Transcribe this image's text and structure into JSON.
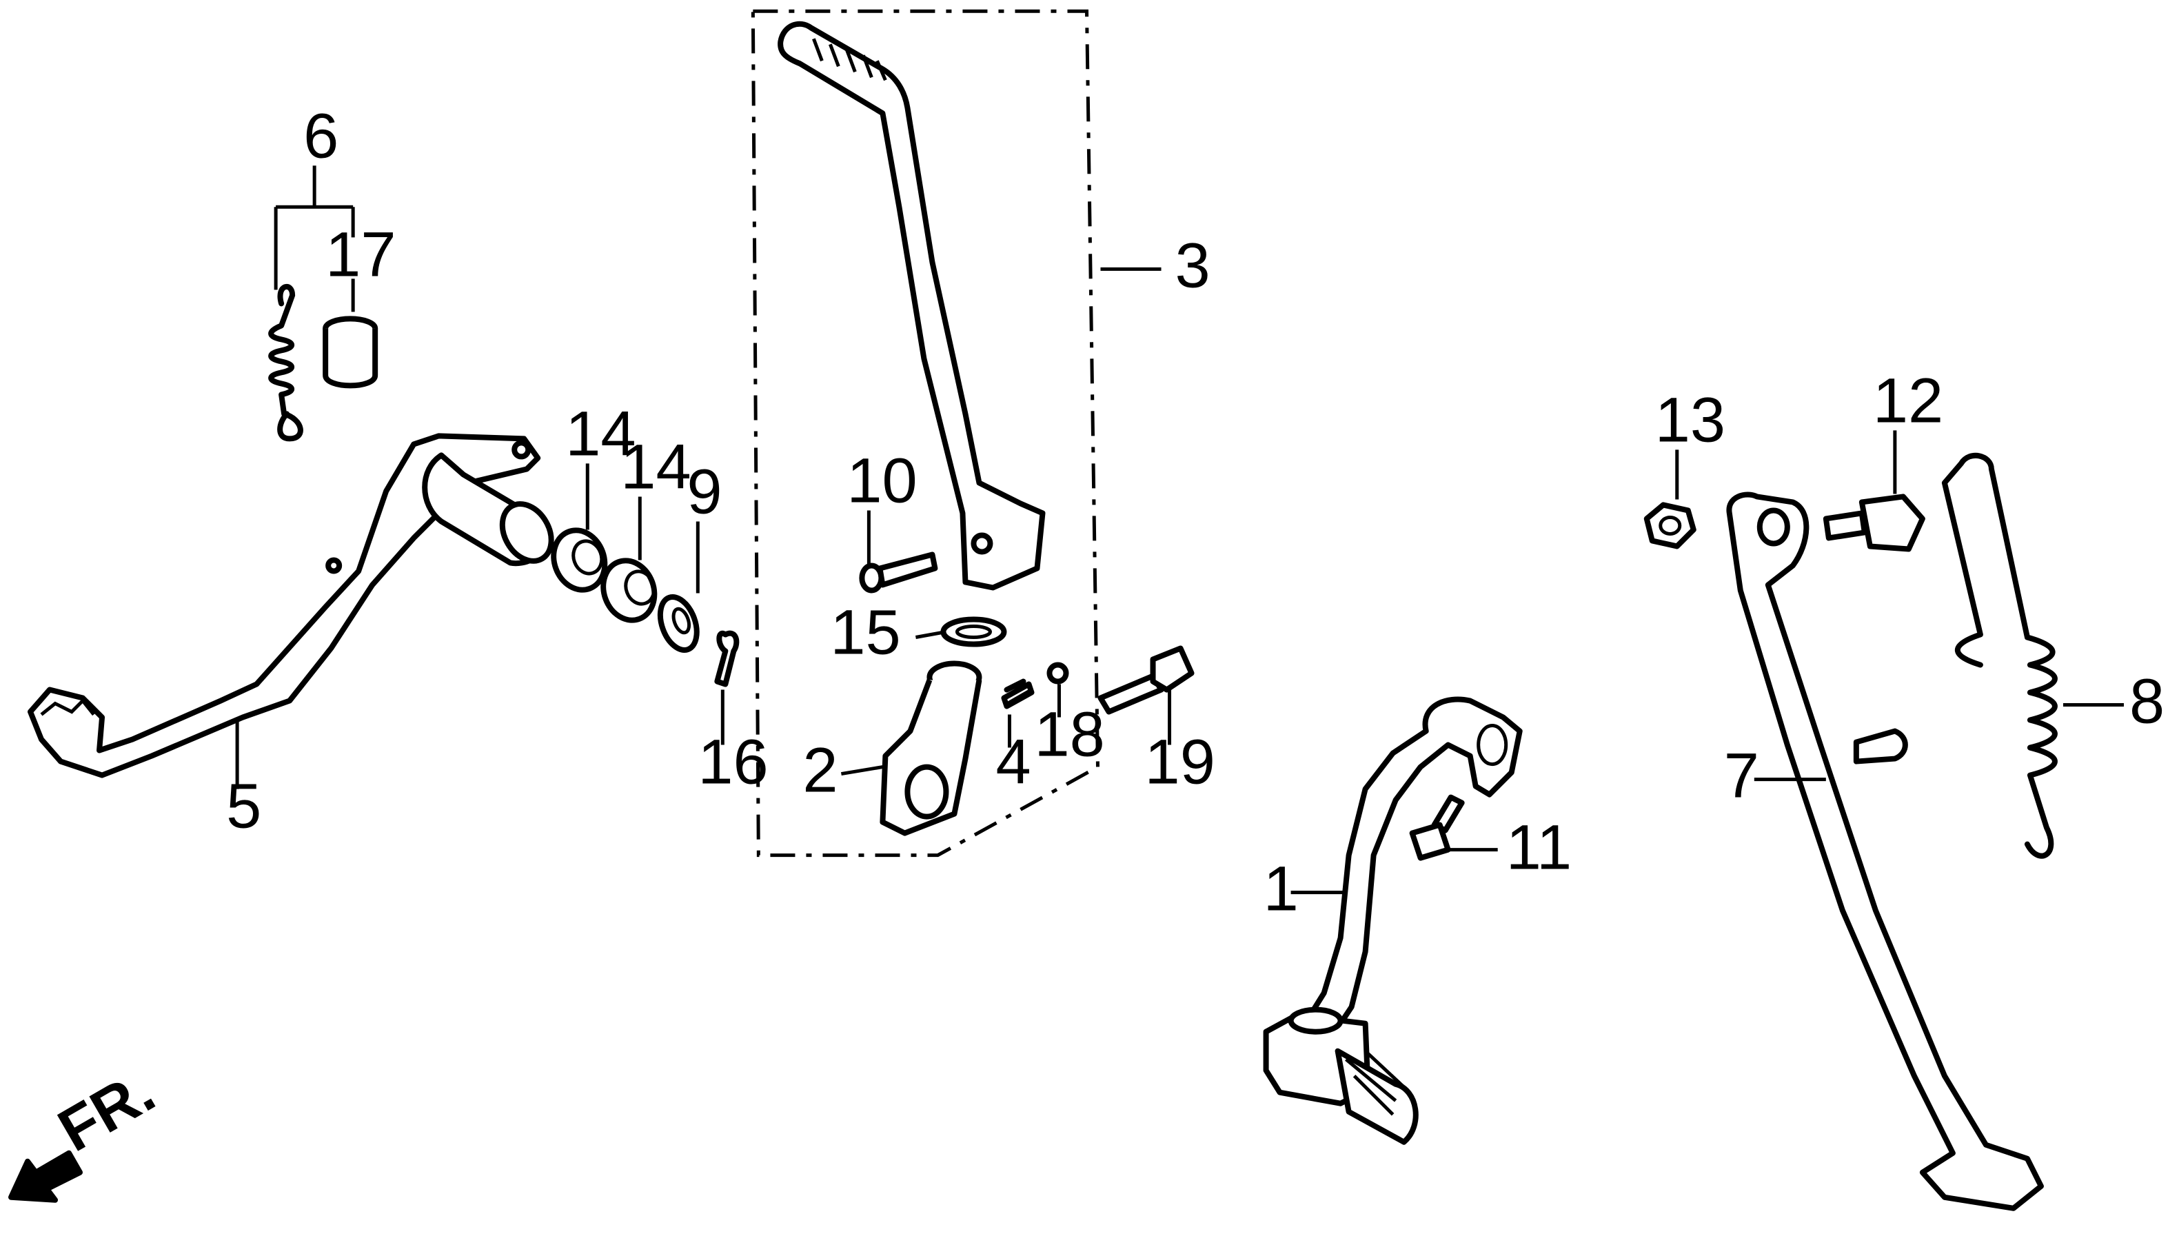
{
  "callouts": {
    "c1": "1",
    "c2": "2",
    "c3": "3",
    "c4": "4",
    "c5": "5",
    "c6": "6",
    "c7": "7",
    "c8": "8",
    "c9": "9",
    "c10": "10",
    "c11": "11",
    "c12": "12",
    "c13": "13",
    "c14a": "14",
    "c14b": "14",
    "c15": "15",
    "c16": "16",
    "c17": "17",
    "c18": "18",
    "c19": "19"
  },
  "direction": {
    "label": "FR."
  }
}
